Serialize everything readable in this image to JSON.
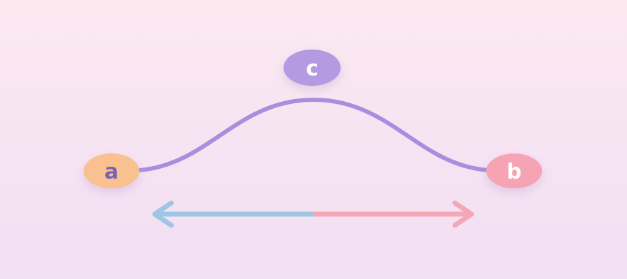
{
  "diagram": {
    "nodes": {
      "a": {
        "label": "a",
        "fill": "#f9c18f",
        "text_color": "#7a62b3"
      },
      "b": {
        "label": "b",
        "fill": "#f6a3b3",
        "text_color": "#ffffff"
      },
      "c": {
        "label": "c",
        "fill": "#b49ae0",
        "text_color": "#ffffff"
      }
    },
    "colors": {
      "curve": "#a88fdd",
      "arrow_left": "#9ec5e3",
      "arrow_right": "#f5a7b8"
    }
  }
}
